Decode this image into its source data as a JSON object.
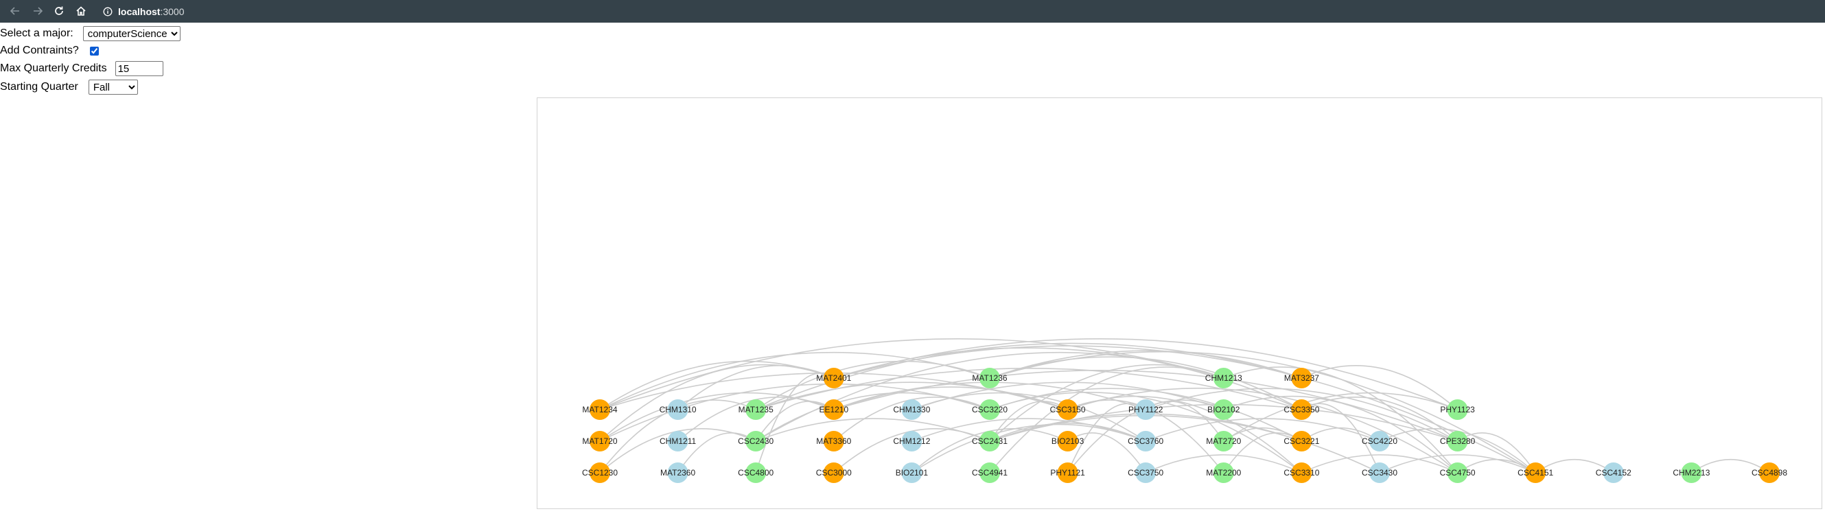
{
  "browser": {
    "url_host": "localhost",
    "url_port": ":3000"
  },
  "form": {
    "major_label": "Select a major:",
    "major_value": "computerScience",
    "constraints_label": "Add Contraints?",
    "constraints_checked": true,
    "credits_label": "Max Quarterly Credits",
    "credits_value": "15",
    "quarter_label": "Starting Quarter",
    "quarter_value": "Fall"
  },
  "colors": {
    "orange": "#ffa500",
    "green": "#90ee90",
    "blue": "#add8e6",
    "edge": "#cccccc",
    "topbar": "#35424a"
  },
  "graph": {
    "nodes": [
      {
        "id": "MAT2401",
        "col": 3,
        "row": 0,
        "color": "orange"
      },
      {
        "id": "MAT1236",
        "col": 5,
        "row": 0,
        "color": "green"
      },
      {
        "id": "CHM1213",
        "col": 8,
        "row": 0,
        "color": "green"
      },
      {
        "id": "MAT3237",
        "col": 9,
        "row": 0,
        "color": "orange"
      },
      {
        "id": "MAT1234",
        "col": 0,
        "row": 1,
        "color": "orange"
      },
      {
        "id": "CHM1310",
        "col": 1,
        "row": 1,
        "color": "blue"
      },
      {
        "id": "MAT1235",
        "col": 2,
        "row": 1,
        "color": "green"
      },
      {
        "id": "EE1210",
        "col": 3,
        "row": 1,
        "color": "orange"
      },
      {
        "id": "CHM1330",
        "col": 4,
        "row": 1,
        "color": "blue"
      },
      {
        "id": "CSC3220",
        "col": 5,
        "row": 1,
        "color": "green"
      },
      {
        "id": "CSC3150",
        "col": 6,
        "row": 1,
        "color": "orange"
      },
      {
        "id": "PHY1122",
        "col": 7,
        "row": 1,
        "color": "blue"
      },
      {
        "id": "BIO2102",
        "col": 8,
        "row": 1,
        "color": "green"
      },
      {
        "id": "CSC3350",
        "col": 9,
        "row": 1,
        "color": "orange"
      },
      {
        "id": "PHY1123",
        "col": 11,
        "row": 1,
        "color": "green"
      },
      {
        "id": "MAT1720",
        "col": 0,
        "row": 2,
        "color": "orange"
      },
      {
        "id": "CHM1211",
        "col": 1,
        "row": 2,
        "color": "blue"
      },
      {
        "id": "CSC2430",
        "col": 2,
        "row": 2,
        "color": "green"
      },
      {
        "id": "MAT3360",
        "col": 3,
        "row": 2,
        "color": "orange"
      },
      {
        "id": "CHM1212",
        "col": 4,
        "row": 2,
        "color": "blue"
      },
      {
        "id": "CSC2431",
        "col": 5,
        "row": 2,
        "color": "green"
      },
      {
        "id": "BIO2103",
        "col": 6,
        "row": 2,
        "color": "orange"
      },
      {
        "id": "CSC3760",
        "col": 7,
        "row": 2,
        "color": "blue"
      },
      {
        "id": "MAT2720",
        "col": 8,
        "row": 2,
        "color": "green"
      },
      {
        "id": "CSC3221",
        "col": 9,
        "row": 2,
        "color": "orange"
      },
      {
        "id": "CSC4220",
        "col": 10,
        "row": 2,
        "color": "blue"
      },
      {
        "id": "CPE3280",
        "col": 11,
        "row": 2,
        "color": "green"
      },
      {
        "id": "CSC1230",
        "col": 0,
        "row": 3,
        "color": "orange"
      },
      {
        "id": "MAT2360",
        "col": 1,
        "row": 3,
        "color": "blue"
      },
      {
        "id": "CSC4800",
        "col": 2,
        "row": 3,
        "color": "green"
      },
      {
        "id": "CSC3000",
        "col": 3,
        "row": 3,
        "color": "orange"
      },
      {
        "id": "BIO2101",
        "col": 4,
        "row": 3,
        "color": "blue"
      },
      {
        "id": "CSC4941",
        "col": 5,
        "row": 3,
        "color": "green"
      },
      {
        "id": "PHY1121",
        "col": 6,
        "row": 3,
        "color": "orange"
      },
      {
        "id": "CSC3750",
        "col": 7,
        "row": 3,
        "color": "blue"
      },
      {
        "id": "MAT2200",
        "col": 8,
        "row": 3,
        "color": "green"
      },
      {
        "id": "CSC3310",
        "col": 9,
        "row": 3,
        "color": "orange"
      },
      {
        "id": "CSC3430",
        "col": 10,
        "row": 3,
        "color": "blue"
      },
      {
        "id": "CSC4750",
        "col": 11,
        "row": 3,
        "color": "green"
      },
      {
        "id": "CSC4151",
        "col": 12,
        "row": 3,
        "color": "orange"
      },
      {
        "id": "CSC4152",
        "col": 13,
        "row": 3,
        "color": "blue"
      },
      {
        "id": "CHM2213",
        "col": 14,
        "row": 3,
        "color": "green"
      },
      {
        "id": "CSC4898",
        "col": 15,
        "row": 3,
        "color": "orange"
      }
    ],
    "edges": [
      [
        "MAT1234",
        "MAT2401"
      ],
      [
        "MAT1234",
        "MAT1236"
      ],
      [
        "MAT1234",
        "CHM1213"
      ],
      [
        "MAT1234",
        "CSC3150"
      ],
      [
        "MAT1720",
        "MAT2401"
      ],
      [
        "MAT1720",
        "EE1210"
      ],
      [
        "MAT1720",
        "CSC3220"
      ],
      [
        "CSC1230",
        "MAT1235"
      ],
      [
        "CSC1230",
        "CSC2430"
      ],
      [
        "CHM1310",
        "MAT2401"
      ],
      [
        "CHM1211",
        "EE1210"
      ],
      [
        "MAT2360",
        "CSC2430"
      ],
      [
        "MAT1235",
        "MAT1236"
      ],
      [
        "MAT1235",
        "CSC3150"
      ],
      [
        "MAT1235",
        "MAT3237"
      ],
      [
        "MAT1235",
        "CSC3350"
      ],
      [
        "CSC2430",
        "EE1210"
      ],
      [
        "CSC2430",
        "CSC3220"
      ],
      [
        "CSC2430",
        "CSC2431"
      ],
      [
        "CSC2430",
        "CHM1213"
      ],
      [
        "CSC4800",
        "MAT2401"
      ],
      [
        "EE1210",
        "CSC3150"
      ],
      [
        "EE1210",
        "PHY1122"
      ],
      [
        "EE1210",
        "CPE3280"
      ],
      [
        "MAT2401",
        "CSC3350"
      ],
      [
        "MAT2401",
        "PHY1123"
      ],
      [
        "MAT3360",
        "CSC3220"
      ],
      [
        "CSC3000",
        "CSC2431"
      ],
      [
        "CHM1330",
        "CSC3760"
      ],
      [
        "CHM1330",
        "BIO2102"
      ],
      [
        "CHM1212",
        "CSC3760"
      ],
      [
        "BIO2101",
        "BIO2103"
      ],
      [
        "BIO2101",
        "CSC3760"
      ],
      [
        "MAT1236",
        "CSC3350"
      ],
      [
        "MAT1236",
        "CSC4151"
      ],
      [
        "MAT1236",
        "MAT3237"
      ],
      [
        "CSC3220",
        "CSC3221"
      ],
      [
        "CSC3220",
        "CSC3310"
      ],
      [
        "CSC2431",
        "CSC3150"
      ],
      [
        "CSC2431",
        "CSC3760"
      ],
      [
        "CSC2431",
        "CSC3221"
      ],
      [
        "CSC2431",
        "CSC3430"
      ],
      [
        "CSC2431",
        "CHM1213"
      ],
      [
        "CSC2431",
        "CPE3280"
      ],
      [
        "CSC4941",
        "CHM1213"
      ],
      [
        "CSC3150",
        "CSC3310"
      ],
      [
        "CSC3150",
        "CSC4750"
      ],
      [
        "CSC3150",
        "MAT2200"
      ],
      [
        "BIO2103",
        "CSC3750"
      ],
      [
        "PHY1121",
        "PHY1122"
      ],
      [
        "PHY1121",
        "BIO2102"
      ],
      [
        "PHY1122",
        "MAT2720"
      ],
      [
        "PHY1122",
        "CPE3280"
      ],
      [
        "CSC3760",
        "CSC4220"
      ],
      [
        "CSC3750",
        "CSC3310"
      ],
      [
        "MAT2720",
        "CSC3221"
      ],
      [
        "MAT2720",
        "PHY1123"
      ],
      [
        "BIO2102",
        "CSC4750"
      ],
      [
        "CHM1213",
        "CSC4750"
      ],
      [
        "MAT2200",
        "CSC3221"
      ],
      [
        "CSC3350",
        "CSC3430"
      ],
      [
        "CSC3350",
        "CPE3280"
      ],
      [
        "CSC3221",
        "CSC4220"
      ],
      [
        "CSC3310",
        "CSC4750"
      ],
      [
        "MAT3237",
        "PHY1123"
      ],
      [
        "CSC3430",
        "CSC4151"
      ],
      [
        "CSC4220",
        "CSC4151"
      ],
      [
        "CPE3280",
        "CSC4151"
      ],
      [
        "CSC4750",
        "CSC4151"
      ],
      [
        "CSC4151",
        "CSC4152"
      ],
      [
        "CHM2213",
        "CSC4898"
      ],
      [
        "MAT2401",
        "CSC4151"
      ]
    ]
  }
}
